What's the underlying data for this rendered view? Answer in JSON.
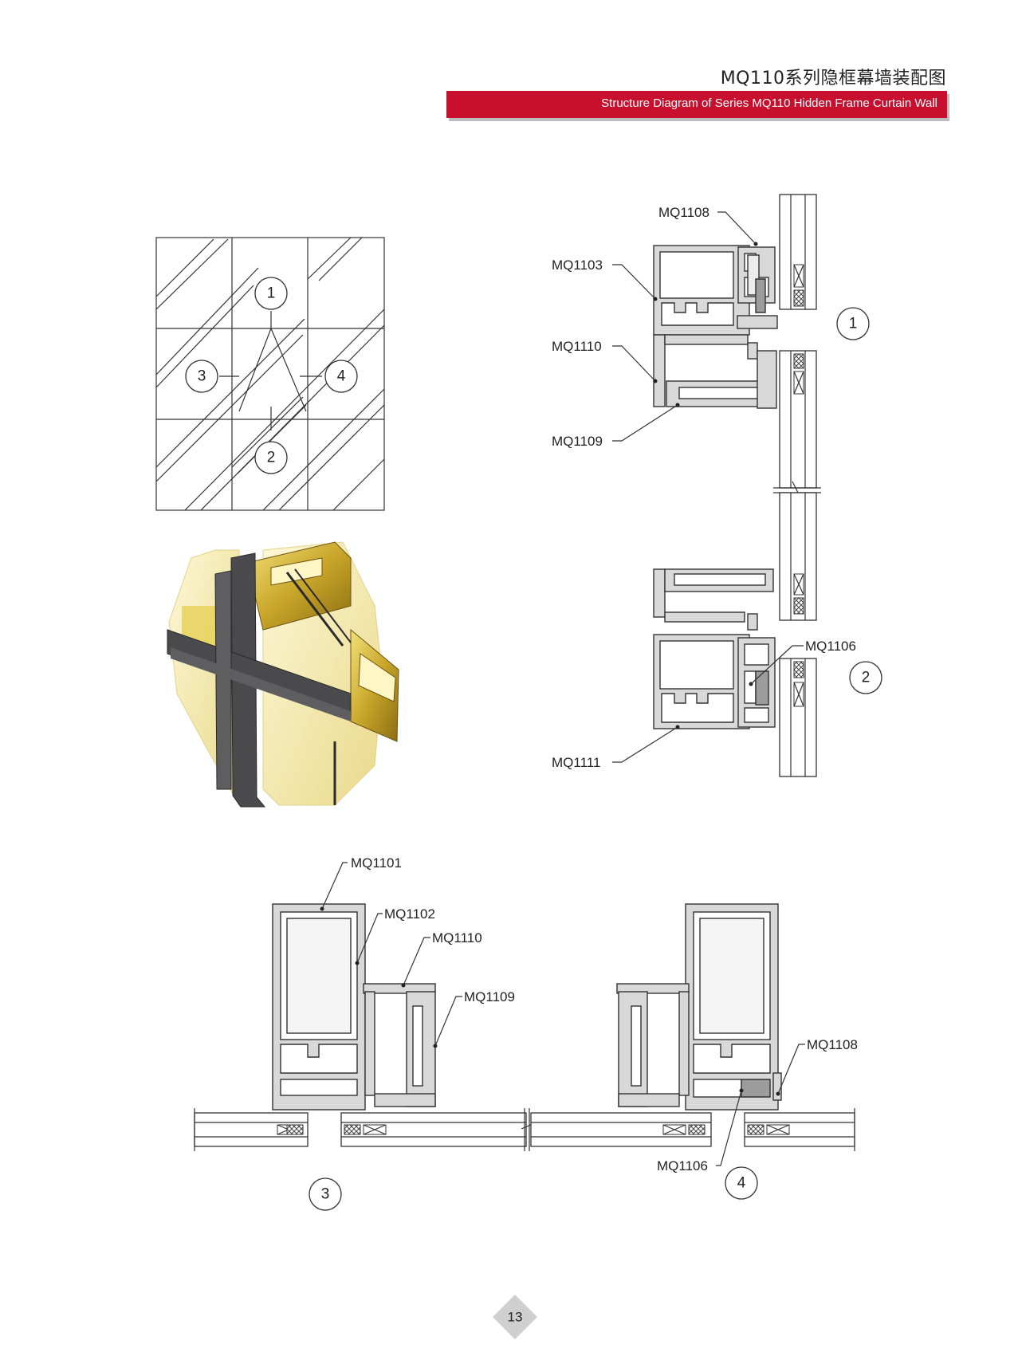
{
  "header": {
    "title_cn": "MQ110系列隐框幕墙装配图",
    "title_en": "Structure Diagram of Series MQ110 Hidden Frame Curtain Wall",
    "banner_color": "#c8102e"
  },
  "elevation": {
    "markers": [
      "1",
      "2",
      "3",
      "4"
    ]
  },
  "vertical_section": {
    "labels": [
      "MQ1108",
      "MQ1103",
      "MQ1110",
      "MQ1109",
      "MQ1106",
      "MQ1111"
    ],
    "markers": [
      "1",
      "2"
    ]
  },
  "horizontal_section": {
    "labels": [
      "MQ1101",
      "MQ1102",
      "MQ1110",
      "MQ1109",
      "MQ1108",
      "MQ1106"
    ],
    "markers": [
      "3",
      "4"
    ]
  },
  "footer": {
    "page_number": "13"
  }
}
